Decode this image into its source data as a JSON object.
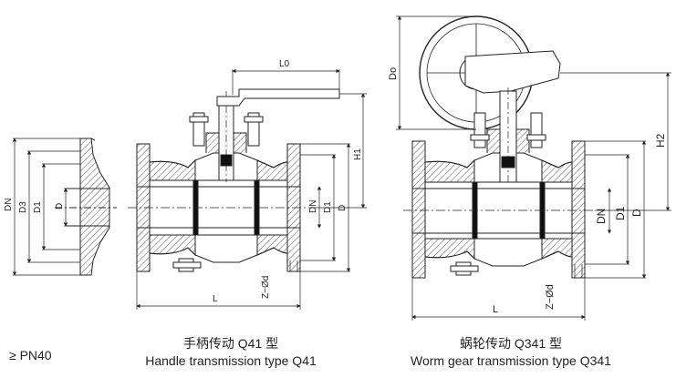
{
  "pressure_note": "≥ PN40",
  "left_flange": {
    "labels": {
      "dn": "DN",
      "d3": "D3",
      "d1": "D1",
      "d": "D"
    }
  },
  "handle_valve": {
    "caption_cn": "手柄传动 Q41 型",
    "caption_en": "Handle transmission type Q41",
    "labels": {
      "l0": "L0",
      "h1": "H1",
      "dn": "DN",
      "d1": "D1",
      "d": "D",
      "z": "Z−Ød",
      "l": "L"
    }
  },
  "worm_valve": {
    "caption_cn": "蜗轮传动 Q341 型",
    "caption_en": "Worm gear transmission type Q341",
    "labels": {
      "do": "Do",
      "h2": "H2",
      "dn": "DN",
      "d1": "D1",
      "d": "D",
      "z": "Z−Ød",
      "l": "L"
    }
  },
  "colors": {
    "line": "#222222",
    "gray": "#9a9a9a",
    "hatch": "#555555",
    "seal": "#111111"
  }
}
